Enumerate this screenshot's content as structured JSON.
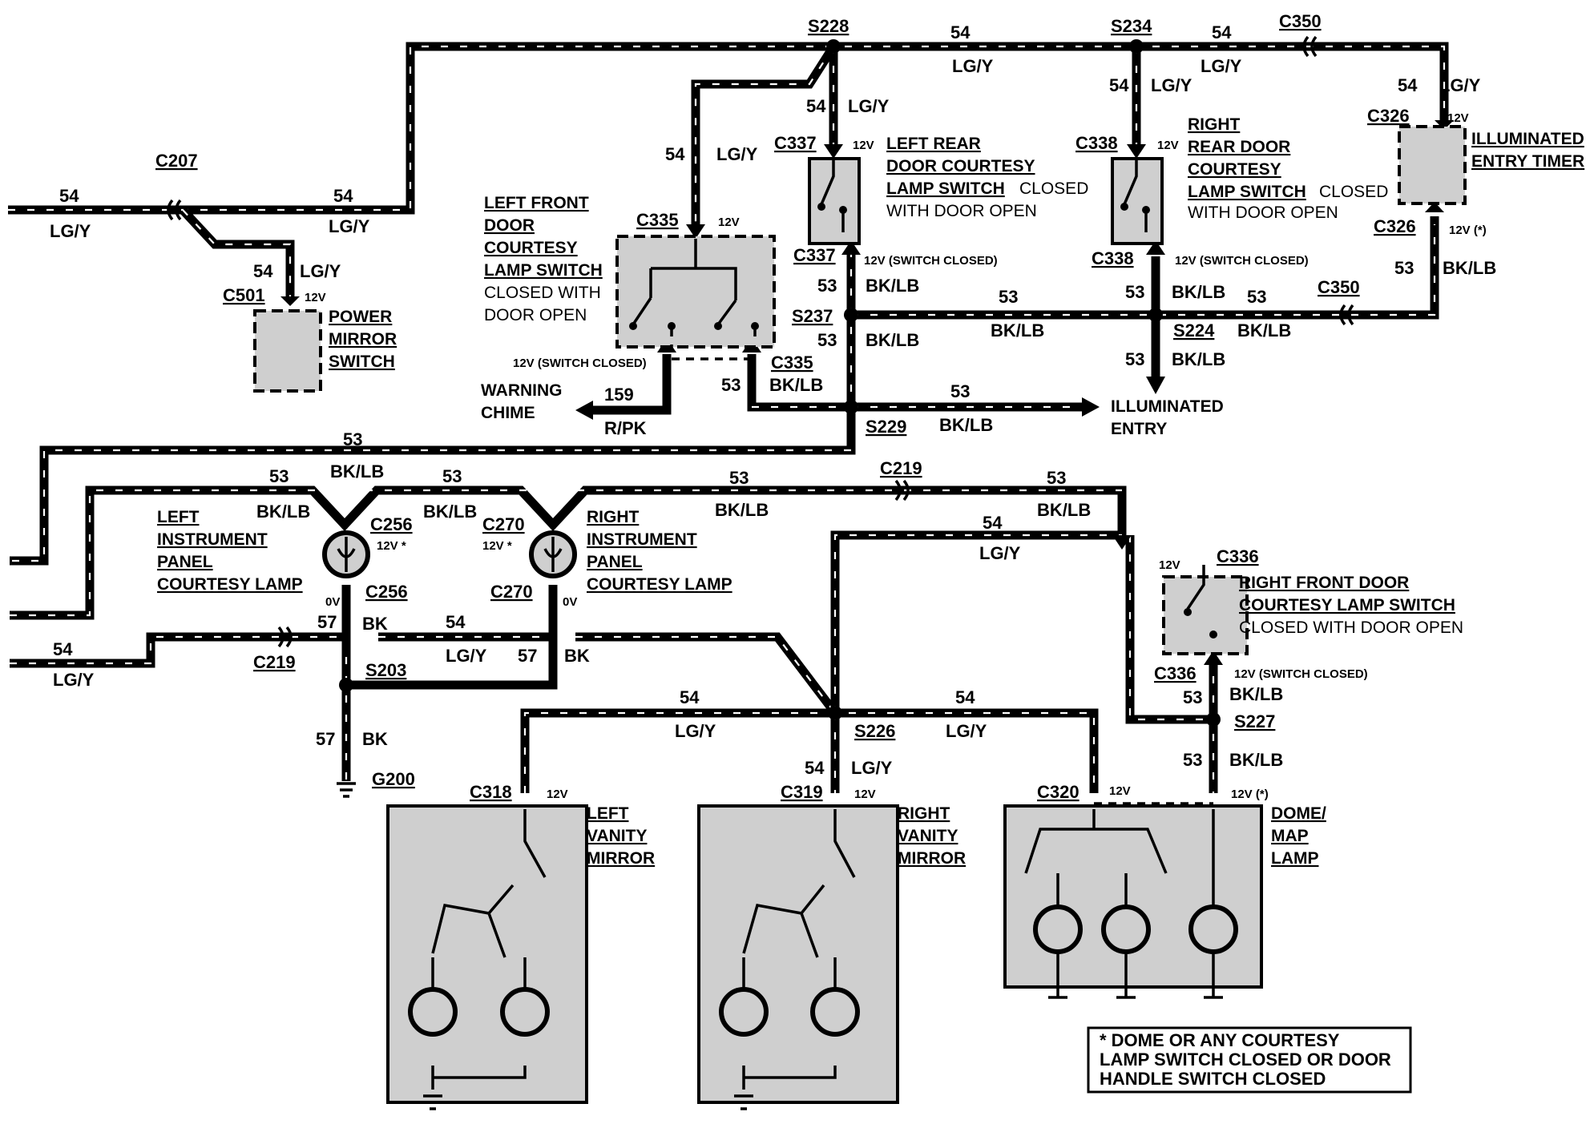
{
  "wire_colors": {
    "w54": "LG/Y",
    "w53": "BK/LB",
    "w57": "BK",
    "w159": "R/PK"
  },
  "circuits": {
    "c54": "54",
    "c53": "53",
    "c57": "57",
    "c159": "159"
  },
  "voltages": {
    "v12": "12V",
    "v12star": "12V *",
    "v12paren": "12V (*)",
    "v12sw": "12V (SWITCH CLOSED)",
    "v0": "0V"
  },
  "splices": {
    "S228": "S228",
    "S234": "S234",
    "S237": "S237",
    "S224": "S224",
    "S229": "S229",
    "S203": "S203",
    "S226": "S226",
    "S227": "S227"
  },
  "connectors": {
    "C350": "C350",
    "C207": "C207",
    "C501": "C501",
    "C335": "C335",
    "C337": "C337",
    "C338": "C338",
    "C326": "C326",
    "C256": "C256",
    "C270": "C270",
    "C219": "C219",
    "C336": "C336",
    "C318": "C318",
    "C319": "C319",
    "C320": "C320"
  },
  "ground": "G200",
  "components": {
    "power_mirror": [
      "POWER",
      "MIRROR",
      "SWITCH"
    ],
    "lf_door": [
      "LEFT FRONT",
      "DOOR",
      "COURTESY",
      "LAMP SWITCH",
      "CLOSED WITH",
      "DOOR OPEN"
    ],
    "lr_door": [
      "LEFT REAR",
      "DOOR COURTESY",
      "LAMP SWITCH",
      "CLOSED",
      "WITH DOOR OPEN"
    ],
    "rr_door": [
      "RIGHT",
      "REAR DOOR",
      "COURTESY",
      "LAMP SWITCH",
      "CLOSED",
      "WITH DOOR OPEN"
    ],
    "timer": [
      "ILLUMINATED",
      "ENTRY TIMER"
    ],
    "chime": [
      "WARNING",
      "CHIME"
    ],
    "illum_entry": [
      "ILLUMINATED",
      "ENTRY"
    ],
    "left_ip": [
      "LEFT",
      "INSTRUMENT",
      "PANEL",
      "COURTESY LAMP"
    ],
    "right_ip": [
      "RIGHT",
      "INSTRUMENT",
      "PANEL",
      "COURTESY LAMP"
    ],
    "rf_door": [
      "RIGHT FRONT DOOR",
      "COURTESY LAMP SWITCH",
      "CLOSED WITH DOOR OPEN"
    ],
    "left_vanity": [
      "LEFT",
      "VANITY",
      "MIRROR"
    ],
    "right_vanity": [
      "RIGHT",
      "VANITY",
      "MIRROR"
    ],
    "dome": [
      "DOME/",
      "MAP",
      "LAMP"
    ]
  },
  "note": [
    "* DOME OR ANY COURTESY",
    "LAMP SWITCH CLOSED OR DOOR",
    "HANDLE SWITCH CLOSED"
  ]
}
